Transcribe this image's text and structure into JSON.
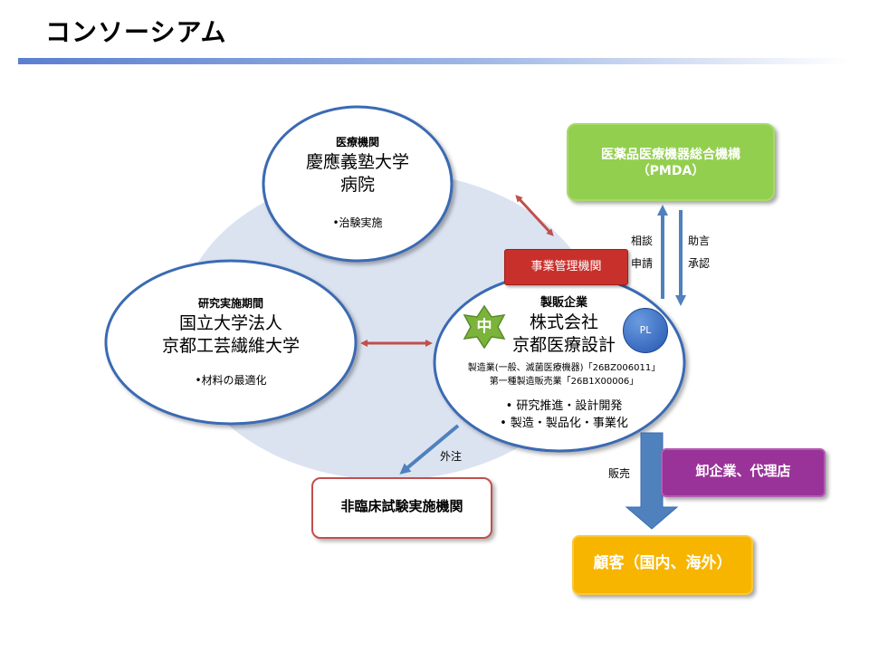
{
  "title": "コンソーシアム",
  "keio": {
    "category": "医療機関",
    "name1": "慶應義塾大学",
    "name2": "病院",
    "task": "•治験実施"
  },
  "kit": {
    "category": "研究実施期間",
    "name1": "国立大学法人",
    "name2": "京都工芸繊維大学",
    "task": "•材料の最適化"
  },
  "kyoto": {
    "category": "製販企業",
    "name1": "株式会社",
    "name2": "京都医療設計",
    "license1": "製造業(一般、滅菌医療機器)「26BZ006011」",
    "license2": "第一種製造販売業「26B1X00006」",
    "task1": "• 研究推進・設計開発",
    "task2": "• 製造・製品化・事業化",
    "star_label": "中",
    "pl_label": "PL"
  },
  "pmda": {
    "line1": "医薬品医療機器総合機構",
    "line2": "（PMDA）"
  },
  "management": "事業管理機関",
  "arrow_labels": {
    "consult": "相談",
    "apply": "申請",
    "advice": "助言",
    "approve": "承認",
    "outsource": "外注",
    "sales": "販売"
  },
  "wholesale": "卸企業、代理店",
  "customer": "顧客（国内、海外）",
  "nonclinical": "非臨床試験実施機関",
  "colors": {
    "ellipse_border": "#3a6bb3",
    "background_blob": "#dbe3f1",
    "red_arrow": "#c0504d",
    "blue_arrow": "#4f81bd",
    "pmda_green": "#93cf4f",
    "management_red": "#c8302c",
    "wholesale_purple": "#993399",
    "customer_orange": "#f7b500",
    "star_green": "#7bb43a"
  }
}
